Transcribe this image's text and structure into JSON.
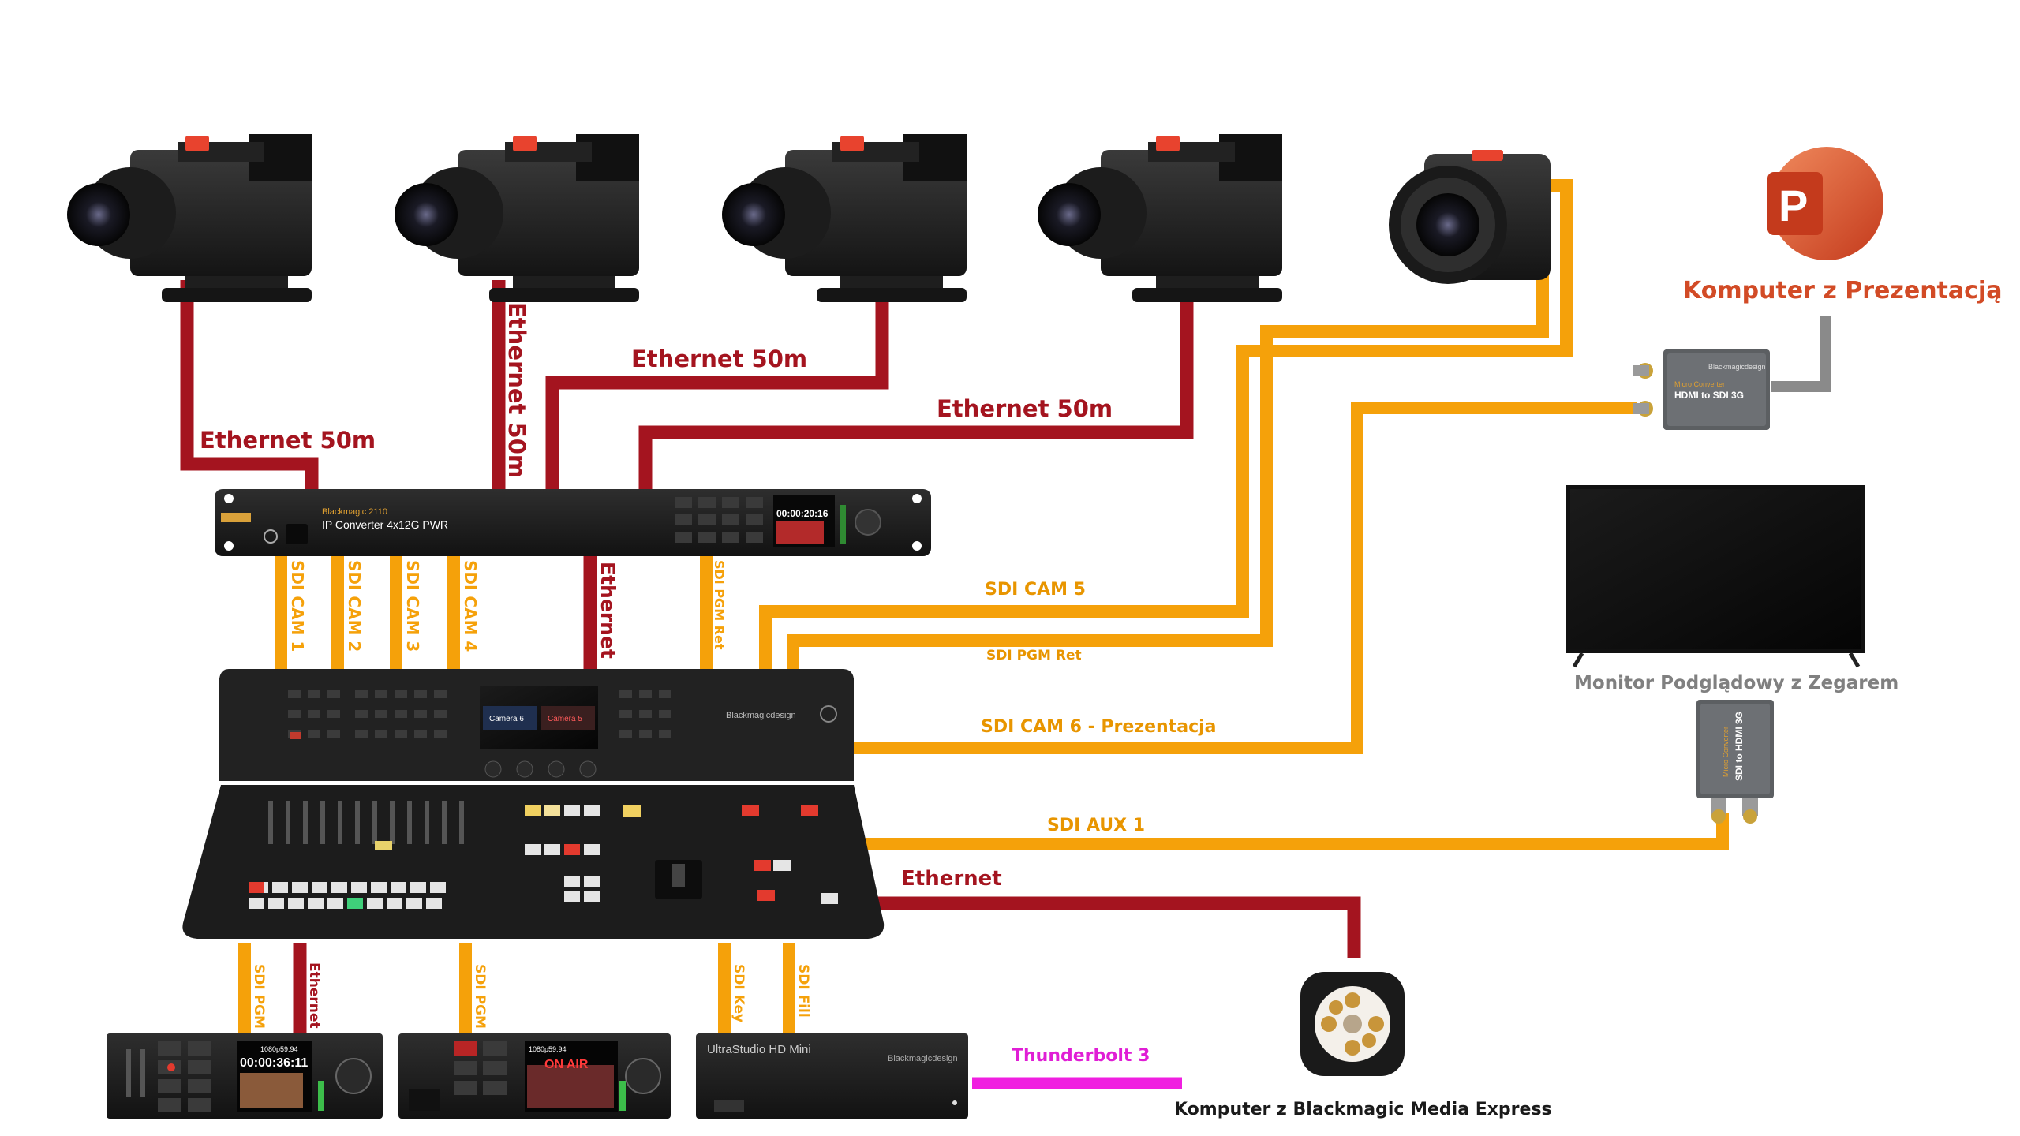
{
  "colors": {
    "ethernet": "#a4141f",
    "sdi": "#f5a10a",
    "thunderbolt": "#f01fe0",
    "hdmi": "#8a8a8a",
    "label_ethernet": "#a4141f",
    "label_sdi": "#e89500",
    "label_ppt": "#d24b26",
    "label_monitor": "#808080",
    "label_tb": "#e01ed5"
  },
  "labels": {
    "eth_cam1": "Ethernet 50m",
    "eth_cam2": "Ethernet 50m",
    "eth_cam3": "Ethernet 50m",
    "eth_cam4": "Ethernet 50m",
    "sdi_cam1": "SDI CAM 1",
    "sdi_cam2": "SDI CAM 2",
    "sdi_cam3": "SDI CAM 3",
    "sdi_cam4": "SDI CAM 4",
    "eth_conv_switcher": "Ethernet",
    "sdi_pgm_ret_vert": "SDI PGM Ret",
    "sdi_cam5": "SDI CAM 5",
    "sdi_pgm_ret": "SDI PGM Ret",
    "sdi_cam6": "SDI CAM 6 - Prezentacja",
    "sdi_aux1": "SDI AUX 1",
    "eth_mediaexpress": "Ethernet",
    "sdi_pgm_1": "SDI PGM",
    "eth_hyperdeck": "Ethernet",
    "sdi_pgm_2": "SDI PGM",
    "sdi_key": "SDI Key",
    "sdi_fill": "SDI Fill",
    "thunderbolt": "Thunderbolt 3",
    "computer_presentation": "Komputer z Prezentacją",
    "monitor": "Monitor Podglądowy z Zegarem",
    "computer_media_express": "Komputer z Blackmagic Media Express"
  },
  "devices": {
    "ip_converter_brand": "Blackmagic 2110",
    "ip_converter_model": "IP Converter 4x12G PWR",
    "ip_converter_timecode": "00:00:20:16",
    "switcher_brand": "Blackmagicdesign",
    "switcher_screen_left": "Camera 6",
    "switcher_screen_right": "Camera 5",
    "micro_converter_1_brand": "Blackmagicdesign",
    "micro_converter_1_title": "Micro Converter",
    "micro_converter_1_model": "HDMI to SDI 3G",
    "micro_converter_2_title": "Micro Converter",
    "micro_converter_2_model": "SDI to HDMI 3G",
    "hyperdeck_1_timecode": "00:00:36:11",
    "hyperdeck_1_format": "1080p59.94",
    "hyperdeck_2_onair": "ON AIR",
    "hyperdeck_2_format": "1080p59.94",
    "ultrastudio_name": "UltraStudio HD Mini",
    "ultrastudio_brand": "Blackmagicdesign",
    "powerpoint_letter": "P"
  },
  "icons": [
    "powerpoint-icon",
    "media-express-icon"
  ]
}
